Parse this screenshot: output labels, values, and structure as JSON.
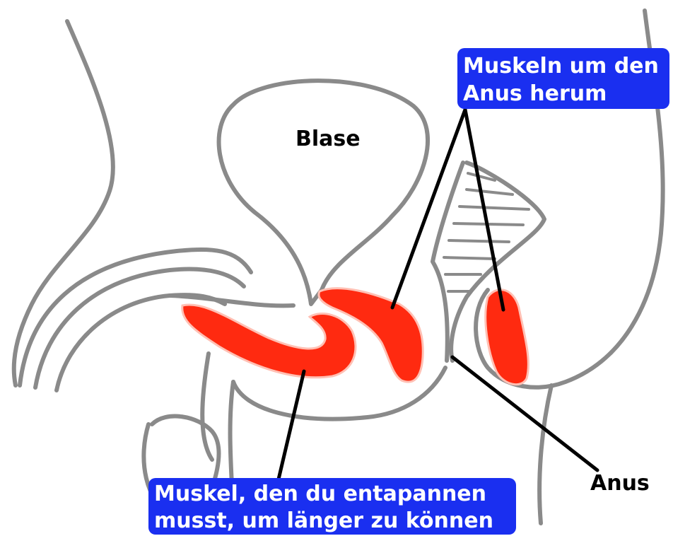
{
  "labels": {
    "bladder": "Blase",
    "anus": "Anus",
    "anal_muscles_line1": "Muskeln um den",
    "anal_muscles_line2": "Anus herum",
    "pelvic_muscle_line1": "Muskel, den du entapannen",
    "pelvic_muscle_line2": "musst, um länger zu können"
  },
  "colors": {
    "muscle_fill": "#ff2a10",
    "label_box": "#1a2ff0",
    "outline": "#8a8a8a",
    "pointer": "#000000"
  }
}
